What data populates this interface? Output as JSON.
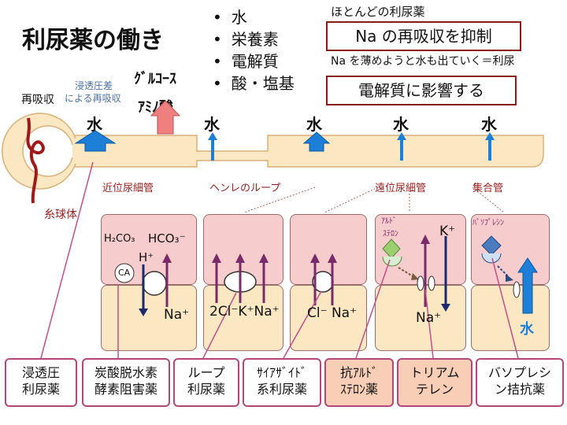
{
  "title": "利尿薬の働き",
  "bullets": [
    "水",
    "栄養素",
    "電解質",
    "酸・塩基"
  ],
  "note_top": "ほとんどの利尿薬",
  "box_na": "Na の再吸収を抑制",
  "note_na": "Na を薄めようと水も出ていく＝利尿",
  "box_elec": "電解質に影響する",
  "reabs": "再吸収",
  "osmotic_line1": "浸透圧差",
  "osmotic_line2": "による再吸収",
  "glucose": "ｸﾞﾙｺｰｽ",
  "aminoacid": "ｱﾐﾉ酸",
  "water": "水",
  "segments": {
    "glomerulus": "糸球体",
    "proximal": "近位尿細管",
    "henle": "ヘンレのループ",
    "distal": "遠位尿細管",
    "collecting": "集合管"
  },
  "ions": {
    "h2co3": "H₂CO₃",
    "hco3": "HCO₃⁻",
    "h": "H⁺",
    "ca": "CA",
    "na": "Na⁺",
    "nkcc": "2Cl⁻K⁺Na⁺",
    "cl_na": "Cl⁻ Na⁺",
    "k": "K⁺",
    "aldo1": "ｱﾙﾄﾞ",
    "aldo2": "ｽﾃﾛﾝ",
    "vaso": "ﾊﾞｿﾌﾟﾚｼﾝ"
  },
  "drugs": [
    {
      "l1": "浸透圧",
      "l2": "利尿薬"
    },
    {
      "l1": "炭酸脱水素",
      "l2": "酵素阻害薬"
    },
    {
      "l1": "ループ",
      "l2": "利尿薬"
    },
    {
      "l1": "ｻｲｱｻﾞｲﾄﾞ",
      "l2": "系利尿薬"
    },
    {
      "l1": "抗ｱﾙﾄﾞ",
      "l2": "ｽﾃﾛﾝ薬"
    },
    {
      "l1": "トリアム",
      "l2": "テレン"
    },
    {
      "l1": "バソプレシ",
      "l2": "ン拮抗薬"
    }
  ],
  "colors": {
    "accent": "#8b1a1a",
    "arrow_blue": "#1e7fd6",
    "arrow_red": "#f08080",
    "purple": "#7a2a6a",
    "navy": "#1a2a6a"
  }
}
